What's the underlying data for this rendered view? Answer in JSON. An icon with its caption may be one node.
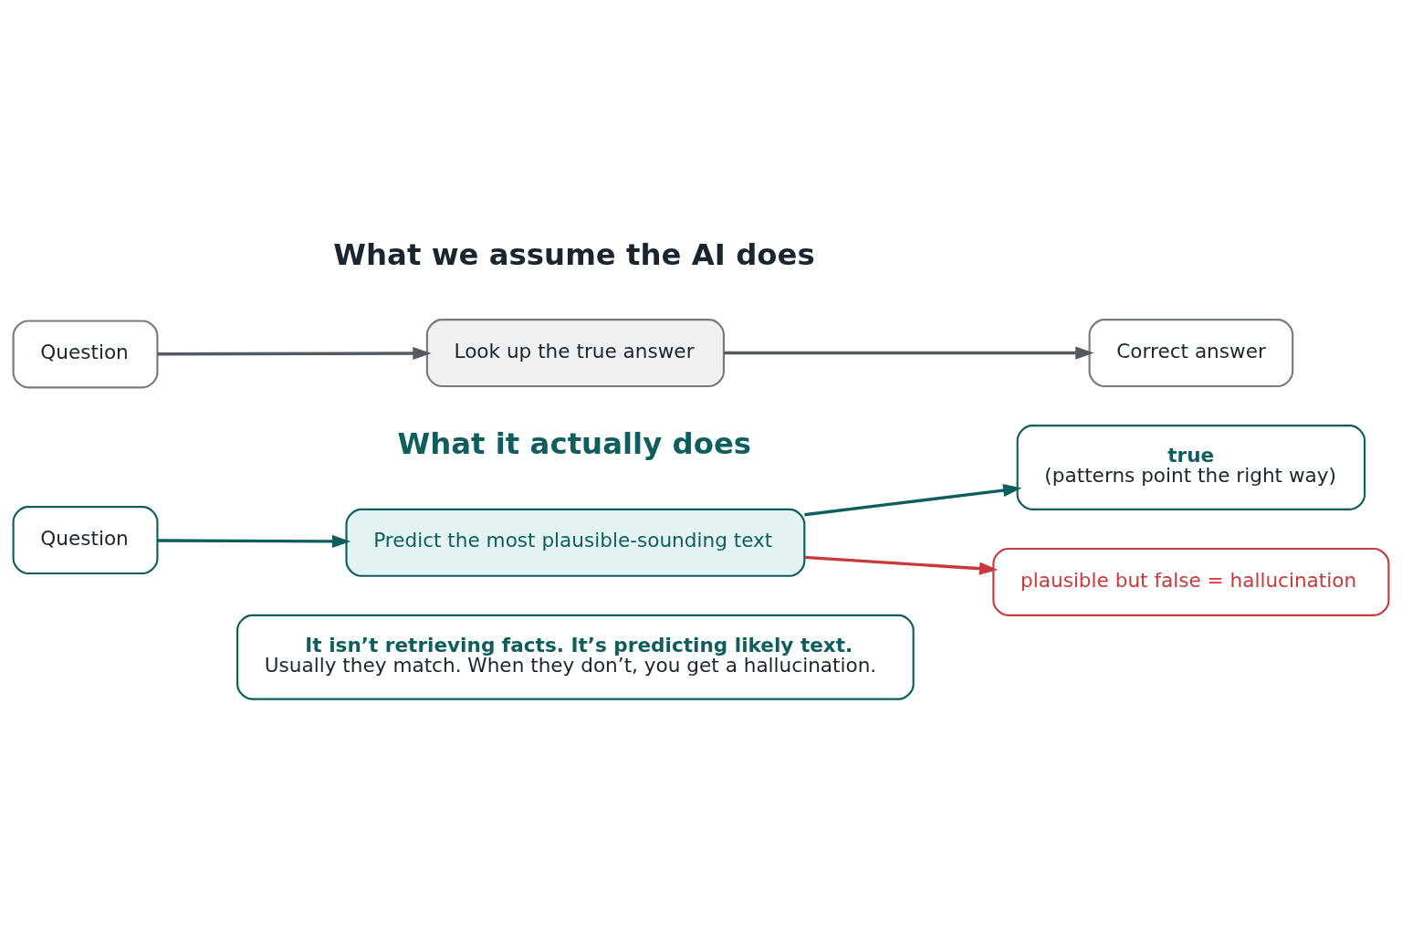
{
  "diagram": {
    "nodes": [
      {
        "text": [
          "Question"
        ]
      },
      {
        "text": [
          "Look up the true answer"
        ]
      },
      {
        "text": [
          "Correct answer"
        ]
      },
      {
        "text": [
          "Question"
        ]
      },
      {
        "text": [
          "Predict the most plausible-sounding text"
        ]
      },
      {
        "text": [
          "true",
          "(patterns point the right way)"
        ]
      },
      {
        "text": [
          "plausible but false = hallucination"
        ]
      },
      {
        "text": [
          "It isn’t retrieving facts. It’s predicting likely text.",
          "Usually they match. When they don’t, you get a hallucination."
        ]
      }
    ],
    "edges": [
      {
        "from": 0,
        "to": 1,
        "arrow": "to",
        "color": "#555a60"
      },
      {
        "from": 1,
        "to": 2,
        "arrow": "to",
        "color": "#555a60"
      },
      {
        "from": 3,
        "to": 4,
        "arrow": "to",
        "color": "#0f5e5e"
      },
      {
        "from": 4,
        "to": 5,
        "arrow": "to",
        "color": "#0f5e5e"
      },
      {
        "from": 4,
        "to": 6,
        "arrow": "to",
        "color": "#c8393c"
      }
    ],
    "labels": [
      "What we assume the AI does",
      "What it actually does"
    ]
  }
}
